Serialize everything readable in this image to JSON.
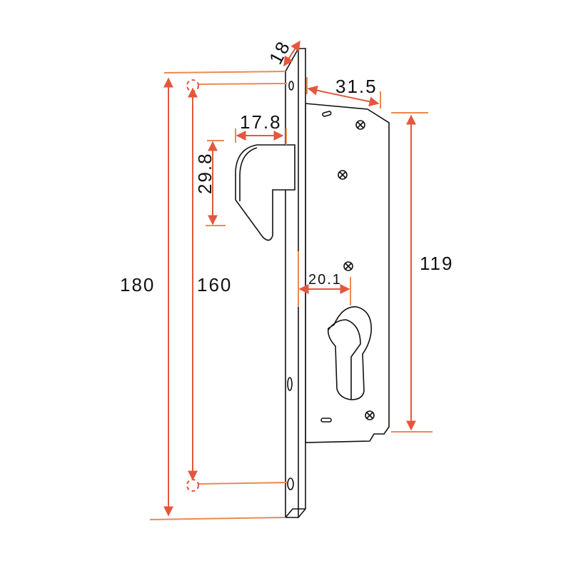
{
  "dimensions": {
    "plate_thickness": "18",
    "case_depth": "31.5",
    "latch_projection": "17.8",
    "latch_height": "29.8",
    "total_height": "180",
    "screw_spacing": "160",
    "case_height": "119",
    "backset": "20.1"
  },
  "colors": {
    "dimension_line": "#e4573f",
    "drawing_line": "#111111"
  }
}
